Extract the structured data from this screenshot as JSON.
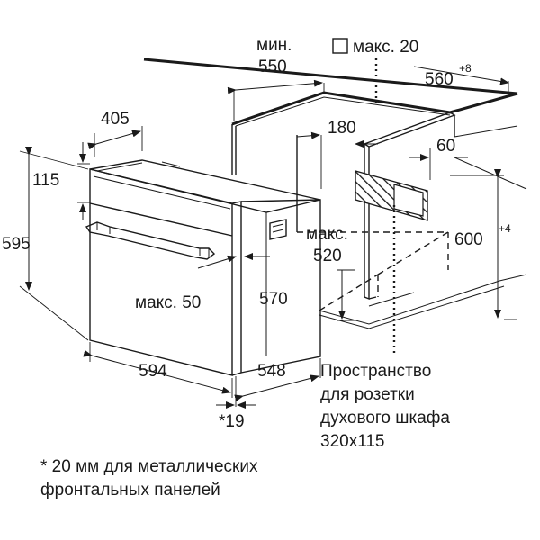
{
  "dimensions": {
    "min_label": "мин.",
    "v550": "550",
    "max20": "макс. 20",
    "v560": "560",
    "v560_sup": "+8",
    "v405": "405",
    "v180": "180",
    "v60": "60",
    "v115": "115",
    "v595": "595",
    "v600": "600",
    "v600_sup": "+4",
    "max_label": "макс.",
    "v520": "520",
    "v570": "570",
    "max50": "макс. 50",
    "v594": "594",
    "v548": "548",
    "v19": "*19"
  },
  "socket_label": {
    "line1": "Пространство",
    "line2": "для розетки",
    "line3": "духового шкафа",
    "line4": "320x115"
  },
  "footnote": {
    "line1": "* 20 мм для металлических",
    "line2": "фронтальных панелей"
  }
}
